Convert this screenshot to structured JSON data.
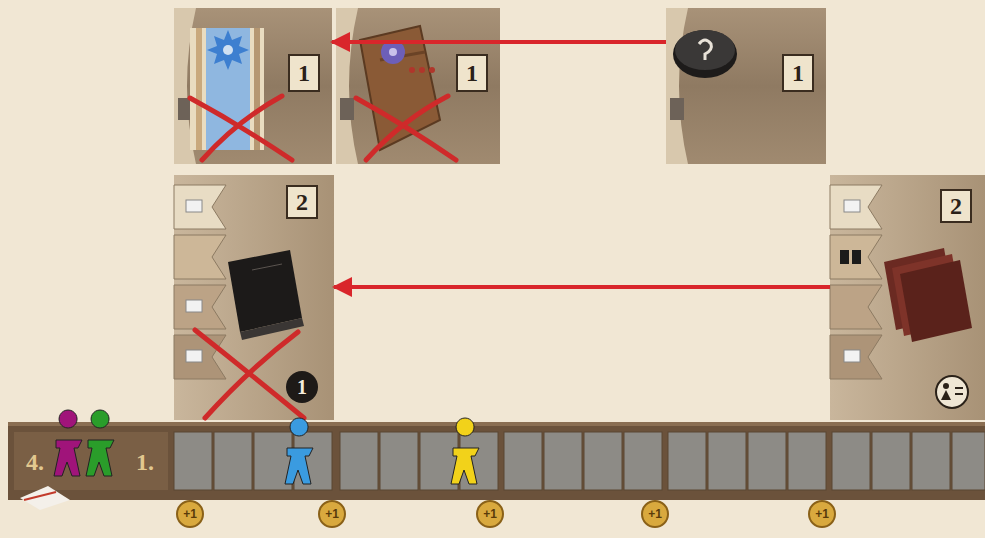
{
  "diagram": {
    "nodes": [
      {
        "text": [
          "1"
        ]
      },
      {
        "text": [
          "1"
        ]
      },
      {
        "text": [
          "1"
        ]
      },
      {
        "text": [
          "2",
          "1"
        ]
      },
      {
        "text": [
          "2"
        ]
      }
    ],
    "edges": [
      {
        "from": 2,
        "to": 0,
        "arrow": "to"
      },
      {
        "from": 4,
        "to": 3,
        "arrow": "to"
      }
    ],
    "labels": [
      "4.",
      "1.",
      "+1",
      "+1",
      "+1",
      "+1",
      "+1"
    ]
  }
}
